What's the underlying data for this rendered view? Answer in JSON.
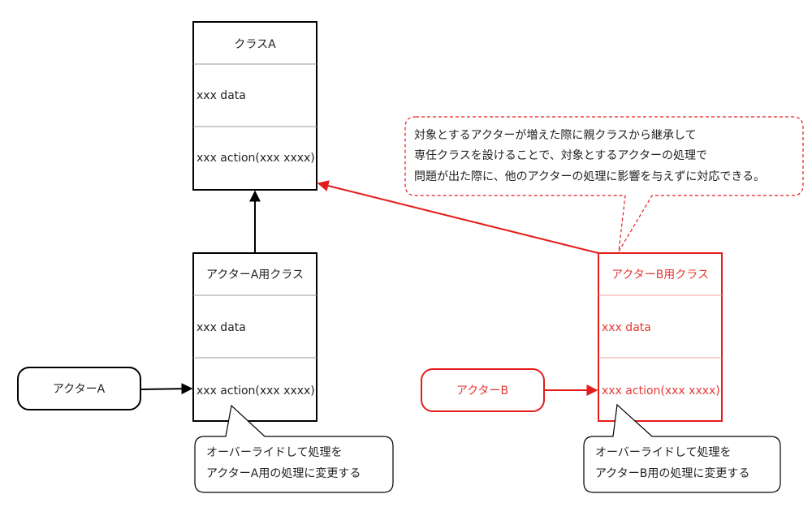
{
  "colors": {
    "black": "#000000",
    "red": "#e51c1c",
    "text": "#222222",
    "red_text": "#e53935"
  },
  "class_a": {
    "title": "クラスA",
    "data": "xxx data",
    "action": "xxx action(xxx xxxx)"
  },
  "class_actor_a": {
    "title": "アクターA用クラス",
    "data": "xxx data",
    "action": "xxx action(xxx xxxx)"
  },
  "class_actor_b": {
    "title": "アクターB用クラス",
    "data": "xxx data",
    "action": "xxx action(xxx xxxx)"
  },
  "actor_a": {
    "label": "アクターA"
  },
  "actor_b": {
    "label": "アクターB"
  },
  "note_a": {
    "lines": [
      "オーバーライドして処理を",
      "アクターA用の処理に変更する"
    ]
  },
  "note_b": {
    "lines": [
      "オーバーライドして処理を",
      "アクターB用の処理に変更する"
    ]
  },
  "note_top": {
    "lines": [
      "対象とするアクターが増えた際に親クラスから継承して",
      "専任クラスを設けることで、対象とするアクターの処理で",
      "問題が出た際に、他のアクターの処理に影響を与えずに対応できる。"
    ]
  }
}
